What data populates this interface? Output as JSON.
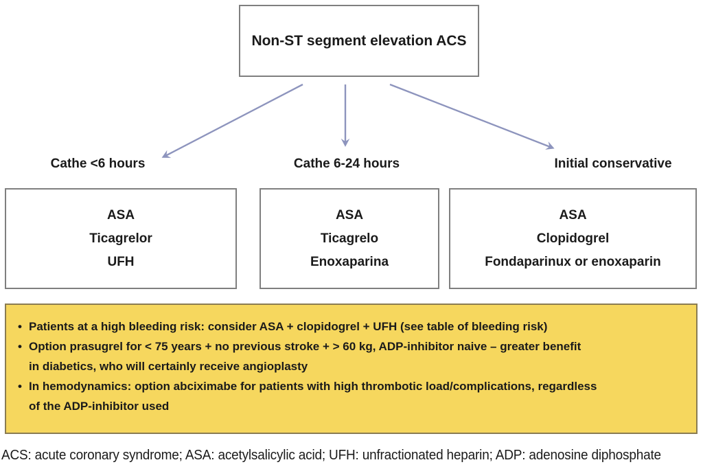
{
  "colors": {
    "arrow": "#8d94bd",
    "box_border": "#7f7f7f",
    "note_bg": "#f6d75e",
    "note_border": "#8a7c52",
    "text": "#1a1a1a"
  },
  "flowchart": {
    "root": {
      "label": "Non-ST segment elevation ACS"
    },
    "branches": [
      {
        "label": "Cathe <6 hours",
        "box_lines": [
          "ASA",
          "Ticagrelor",
          "UFH"
        ]
      },
      {
        "label": "Cathe 6-24 hours",
        "box_lines": [
          "ASA",
          "Ticagrelo",
          "Enoxaparina"
        ]
      },
      {
        "label": "Initial conservative",
        "box_lines": [
          "ASA",
          "Clopidogrel",
          "Fondaparinux or enoxaparin"
        ]
      }
    ]
  },
  "notes": {
    "bullets": [
      {
        "lines": [
          "Patients at a high bleeding risk: consider ASA + clopidogrel + UFH (see table of bleeding risk)"
        ]
      },
      {
        "lines": [
          "Option prasugrel for < 75 years + no previous stroke + > 60 kg, ADP-inhibitor naive – greater benefit",
          "in diabetics, who will certainly receive angioplasty"
        ]
      },
      {
        "lines": [
          "In hemodynamics: option abciximabe for patients with high thrombotic load/complications, regardless",
          "of the ADP-inhibitor used"
        ]
      }
    ]
  },
  "footnote": "ACS: acute coronary syndrome; ASA: acetylsalicylic acid; UFH: unfractionated heparin; ADP: adenosine diphosphate"
}
